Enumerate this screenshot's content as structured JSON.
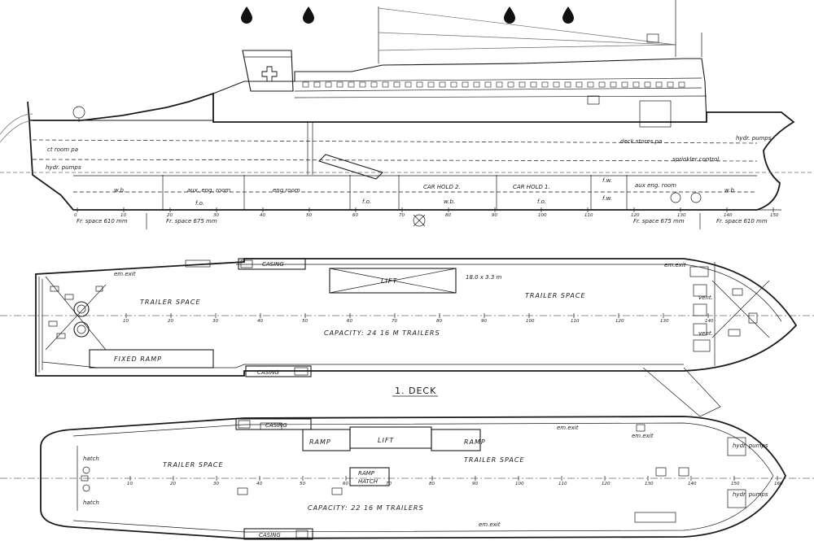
{
  "profile": {
    "compartments": {
      "aux_eng_room": "aux. eng. room",
      "eng_room": "eng room",
      "car_hold_2": "CAR HOLD 2.",
      "car_hold_1": "CAR HOLD 1.",
      "aux_eng_room_fwd": "aux eng. room"
    },
    "tanks": {
      "fo_1": "f.o.",
      "fo_2": "f.o.",
      "fo_3": "f.o.",
      "wb_1": "w.b.",
      "wb_2": "w.b.",
      "wb_3": "w.b.",
      "fw_1": "f.w.",
      "fw_2": "f.w."
    },
    "rooms": {
      "ct_room": "ct room pa",
      "hydr_pumps_aft": "hydr. pumps",
      "deck_stores": "deck stores  pa",
      "sprinkler_control": "sprinkler control",
      "hydr_pumps_fwd": "hydr. pumps"
    },
    "frame_space_labels": [
      "Fr. space 610 mm",
      "Fr. space 675 mm",
      "Fr. space 675 mm",
      "Fr. space 610 mm"
    ],
    "frame_numbers": [
      "0",
      "10",
      "20",
      "30",
      "40",
      "50",
      "60",
      "70",
      "80",
      "90",
      "100",
      "110",
      "120",
      "130",
      "140",
      "150"
    ]
  },
  "deck1": {
    "title": "1. DECK",
    "trailer_space_aft": "TRAILER SPACE",
    "trailer_space_fwd": "TRAILER SPACE",
    "capacity": "CAPACITY:  24    16 M  TRAILERS",
    "lift": "LIFT",
    "lift_size": "18.0 x 3.3 m",
    "fixed_ramp": "FIXED RAMP",
    "casing_top": "CASING",
    "casing_bottom": "CASING",
    "em_exit_aft": "em.exit",
    "em_exit_fwd": "em.exit",
    "vent_1": "vent.",
    "vent_2": "vent.",
    "frame_numbers": [
      "10",
      "20",
      "30",
      "40",
      "50",
      "60",
      "70",
      "80",
      "90",
      "100",
      "110",
      "120",
      "130",
      "140"
    ]
  },
  "deck2": {
    "trailer_space_aft": "TRAILER  SPACE",
    "trailer_space_fwd": "TRAILER  SPACE",
    "capacity": "CAPACITY:  22        16 M   TRAILERS",
    "lift": "LIFT",
    "ramp_1": "RAMP",
    "ramp_2": "RAMP",
    "ramp_hatch_1": "RAMP",
    "ramp_hatch_2": "HATCH",
    "casing_top": "CASING",
    "casing_bottom": "CASING",
    "hatch_1": "hatch",
    "hatch_2": "hatch",
    "em_exit_1": "em.exit",
    "em_exit_2": "em.exit",
    "em_exit_3": "em.exit",
    "hydr_pumps_1": "hydr. pumps",
    "hydr_pumps_2": "hydr. pumps",
    "frame_numbers": [
      "10",
      "20",
      "30",
      "40",
      "50",
      "60",
      "70",
      "80",
      "90",
      "100",
      "110",
      "120",
      "130",
      "140",
      "150",
      "160"
    ]
  }
}
